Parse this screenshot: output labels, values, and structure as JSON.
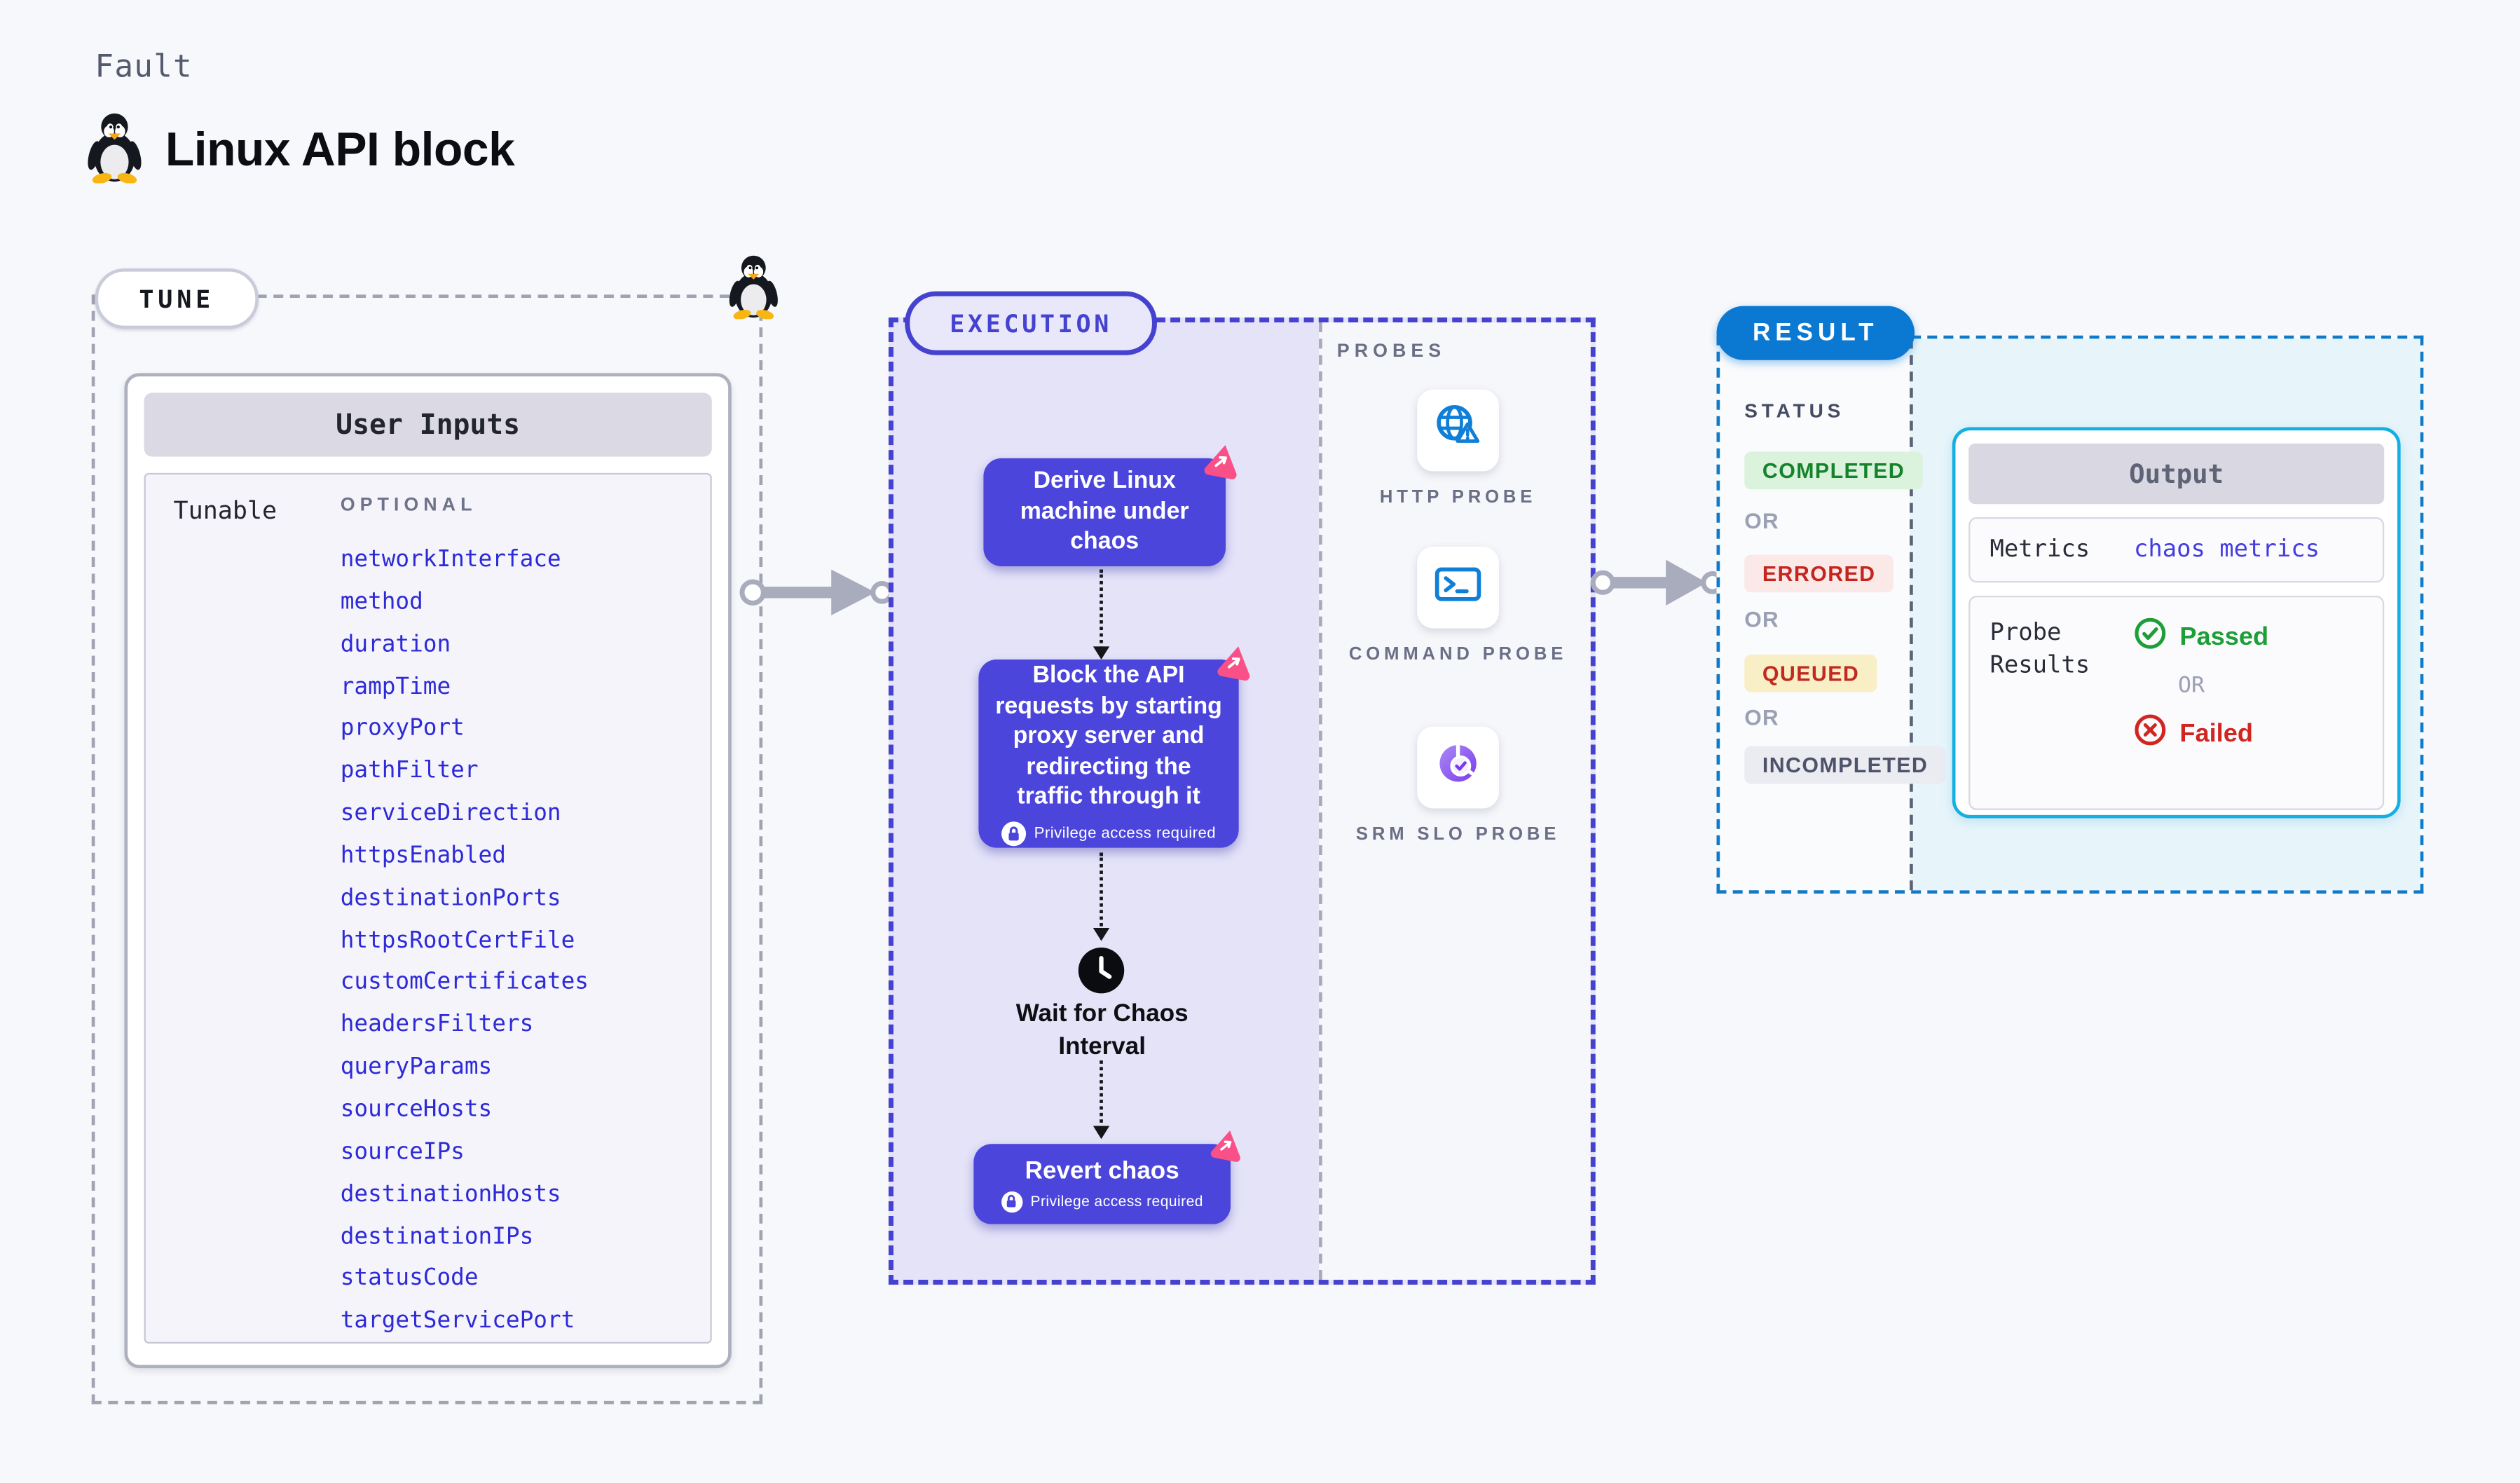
{
  "header": {
    "eyebrow": "Fault",
    "title": "Linux API block"
  },
  "tune": {
    "label": "TUNE",
    "card_title": "User Inputs",
    "row_label": "Tunable",
    "optional_label": "OPTIONAL",
    "params": [
      "networkInterface",
      "method",
      "duration",
      "rampTime",
      "proxyPort",
      "pathFilter",
      "serviceDirection",
      "httpsEnabled",
      "destinationPorts",
      "httpsRootCertFile",
      "customCertificates",
      "headersFilters",
      "queryParams",
      "sourceHosts",
      "sourceIPs",
      "destinationHosts",
      "destinationIPs",
      "statusCode",
      "targetServicePort"
    ]
  },
  "execution": {
    "label": "EXECUTION",
    "privilege_label": "Privilege access required",
    "steps": {
      "derive": "Derive Linux machine under chaos",
      "block": "Block the API requests by starting proxy server and redirecting the traffic through it",
      "wait": "Wait for Chaos Interval",
      "revert": "Revert chaos"
    },
    "probes": {
      "label": "PROBES",
      "items": [
        {
          "label": "HTTP PROBE",
          "icon": "globe-alert-icon"
        },
        {
          "label": "COMMAND PROBE",
          "icon": "terminal-icon"
        },
        {
          "label": "SRM SLO PROBE",
          "icon": "slo-donut-icon"
        }
      ]
    }
  },
  "result": {
    "label": "RESULT",
    "status_label": "STATUS",
    "or_label": "OR",
    "statuses": [
      {
        "label": "COMPLETED",
        "color": "#15832B",
        "bg": "#DBF2DD"
      },
      {
        "label": "ERRORED",
        "color": "#C5251F",
        "bg": "#FBE9E8"
      },
      {
        "label": "QUEUED",
        "color": "#C02A20",
        "bg": "#F9EFC6"
      },
      {
        "label": "INCOMPLETED",
        "color": "#4E5369",
        "bg": "#EBEBF2"
      }
    ],
    "output": {
      "title": "Output",
      "metrics_label": "Metrics",
      "metrics_value": "chaos metrics",
      "probe_label": "Probe Results",
      "passed_label": "Passed",
      "or_label": "OR",
      "failed_label": "Failed"
    }
  },
  "colors": {
    "canvas": "#F7F8FB",
    "node_indigo": "#4B45DB",
    "execution_border": "#4542CF",
    "execution_fill": "#E4E3F8",
    "result_blue": "#0B79D2",
    "output_card_border": "#14AFE3",
    "output_fill": "#E7F5FB",
    "param_blue": "#2E2AD8",
    "probe_icon_blue": "#0F7FD8",
    "pink_badge": "#F85087",
    "passed_green": "#1E9E38",
    "failed_red": "#D12620",
    "arrow_gray": "#A9ACBC"
  }
}
